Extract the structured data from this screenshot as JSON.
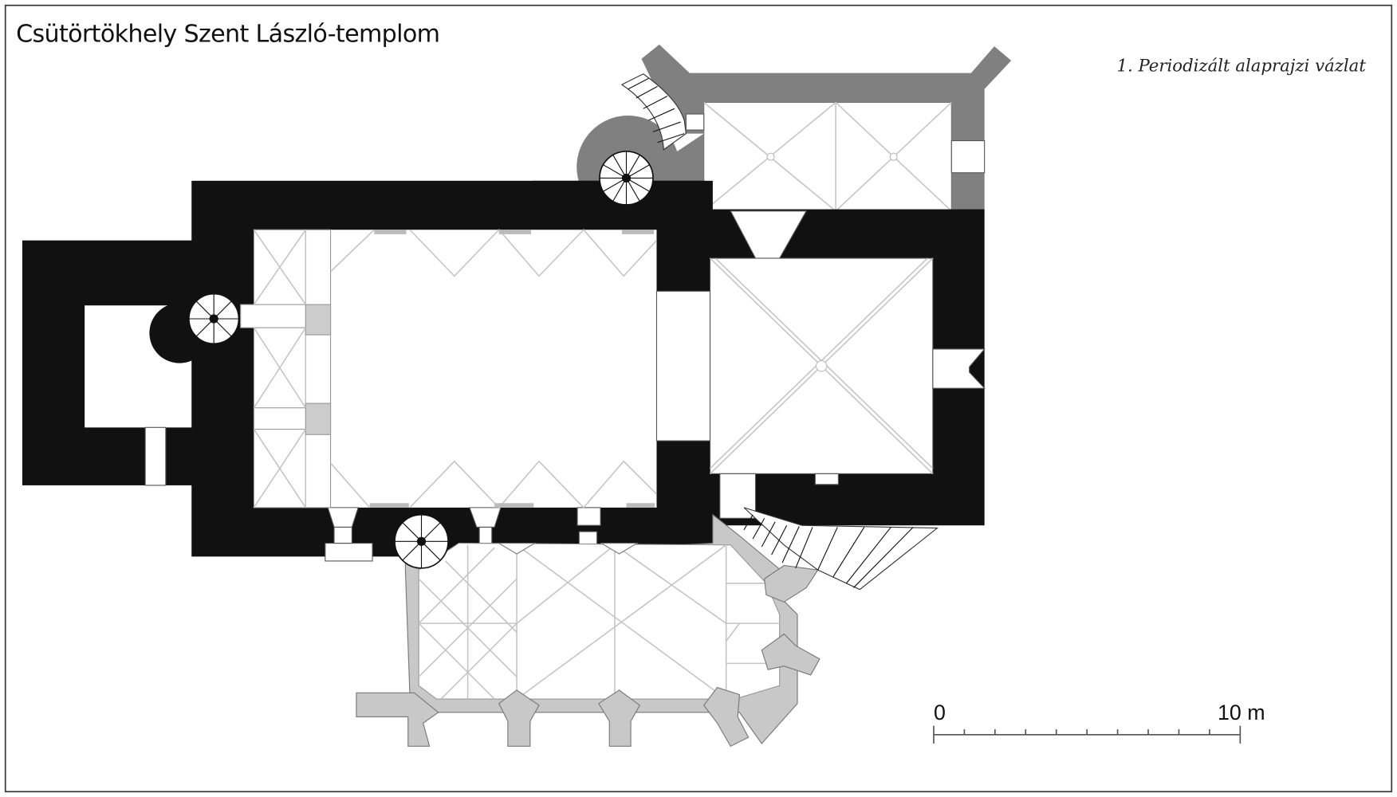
{
  "title": "Csütörtökhely Szent László-templom",
  "subtitle": "1. Periodizált alaprajzi vázlat",
  "scale_bar": {
    "start_label": "0",
    "end_label": "10 m",
    "length_m": 10,
    "divisions": 10
  },
  "colors": {
    "period_1_walls": "#111111",
    "period_2_walls": "#808080",
    "period_3_walls": "#c8c8c8",
    "vault_lines": "#c4c4c4"
  }
}
